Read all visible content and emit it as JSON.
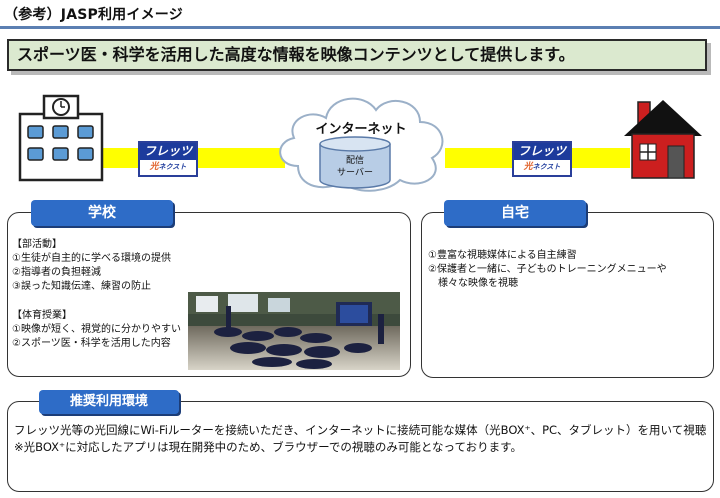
{
  "header": {
    "title": "（参考）JASP利用イメージ",
    "banner": "スポーツ医・科学を活用した高度な情報を映像コンテンツとして提供します。"
  },
  "network": {
    "cloud_label": "インターネット",
    "server_label_1": "配信",
    "server_label_2": "サーバー",
    "flets_top": "フレッツ",
    "flets_hikari": "光",
    "flets_next": "ネクスト"
  },
  "school": {
    "tab": "学校",
    "club_heading": "【部活動】",
    "club_items": [
      "①生徒が自主的に学べる環境の提供",
      "②指導者の負担軽減",
      "③誤った知識伝達、練習の防止"
    ],
    "pe_heading": "【体育授業】",
    "pe_items": [
      "①映像が短く、視覚的に分かりやすい",
      "②スポーツ医・科学を活用した内容"
    ]
  },
  "home": {
    "tab": "自宅",
    "items": [
      "①豊富な視聴媒体による自主練習",
      "②保護者と一緒に、子どものトレーニングメニューや",
      "　様々な映像を視聴"
    ]
  },
  "recommended": {
    "tab": "推奨利用環境",
    "line1": "フレッツ光等の光回線にWi-Fiルーターを接続いただき、インターネットに接続可能な媒体（光BOX⁺、PC、タブレット）を用いて視聴",
    "line2": "※光BOX⁺に対応したアプリは現在開発中のため、ブラウザーでの視聴のみ可能となっております。"
  },
  "colors": {
    "tab_blue": "#2e6cc7",
    "banner_green": "#dbe9cf",
    "line_yellow": "#ffff00",
    "house_red": "#cc1f1f",
    "school_blue": "#5b9bd5"
  }
}
